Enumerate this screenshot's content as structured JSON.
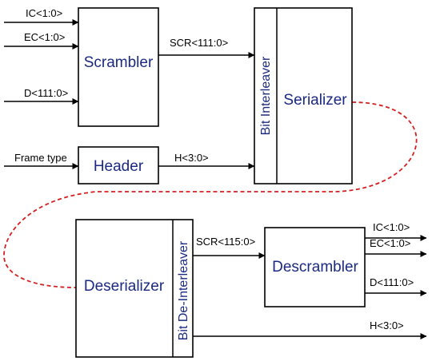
{
  "blocks": {
    "scrambler": "Scrambler",
    "header": "Header",
    "bit_interleaver": "Bit Interleaver",
    "serializer": "Serializer",
    "deserializer": "Deserializer",
    "bit_deinterleaver": "Bit De-Interleaver",
    "descrambler": "Descrambler"
  },
  "signals": {
    "ic_in": "IC<1:0>",
    "ec_in": "EC<1:0>",
    "d_in": "D<111:0>",
    "scr_tx": "SCR<111:0>",
    "frame_type": "Frame type",
    "h_tx": "H<3:0>",
    "scr_rx": "SCR<115:0>",
    "ic_out": "IC<1:0>",
    "ec_out": "EC<1:0>",
    "d_out": "D<111:0>",
    "h_out": "H<3:0>"
  },
  "colors": {
    "block_text": "#1a2a80",
    "link_dashed": "#d42020"
  }
}
